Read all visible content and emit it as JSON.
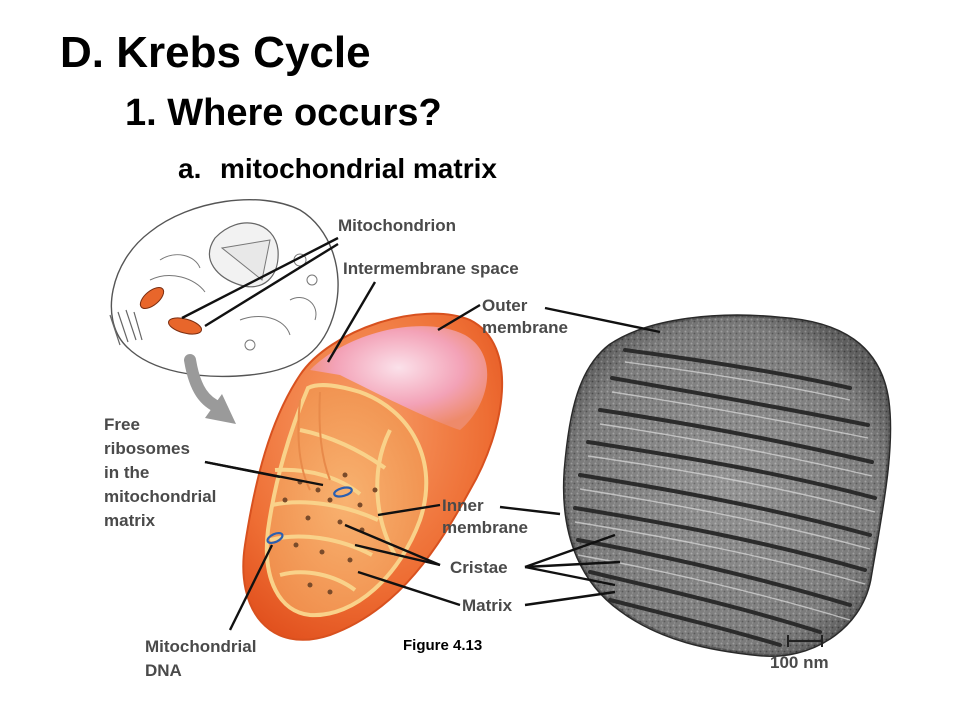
{
  "slide": {
    "title": "D. Krebs Cycle",
    "heading": "1. Where occurs?",
    "point_marker": "a.",
    "point_text": "mitochondrial matrix"
  },
  "figure": {
    "labels": {
      "mitochondrion": "Mitochondrion",
      "intermembrane_space": "Intermembrane space",
      "outer_membrane_1": "Outer",
      "outer_membrane_2": "membrane",
      "free_ribosomes_1": "Free",
      "free_ribosomes_2": "ribosomes",
      "free_ribosomes_3": "in the",
      "free_ribosomes_4": "mitochondrial",
      "free_ribosomes_5": "matrix",
      "inner_membrane_1": "Inner",
      "inner_membrane_2": "membrane",
      "cristae": "Cristae",
      "matrix": "Matrix",
      "mito_dna_1": "Mitochondrial",
      "mito_dna_2": "DNA",
      "scale": "100 nm",
      "caption": "Figure 4.13"
    },
    "colors": {
      "mito_outer": "#f07a3c",
      "mito_inner": "#f6a263",
      "mito_top": "#f4a0b0",
      "crista_stroke": "#f9d28a",
      "label_gray": "#4a4a4a"
    }
  }
}
